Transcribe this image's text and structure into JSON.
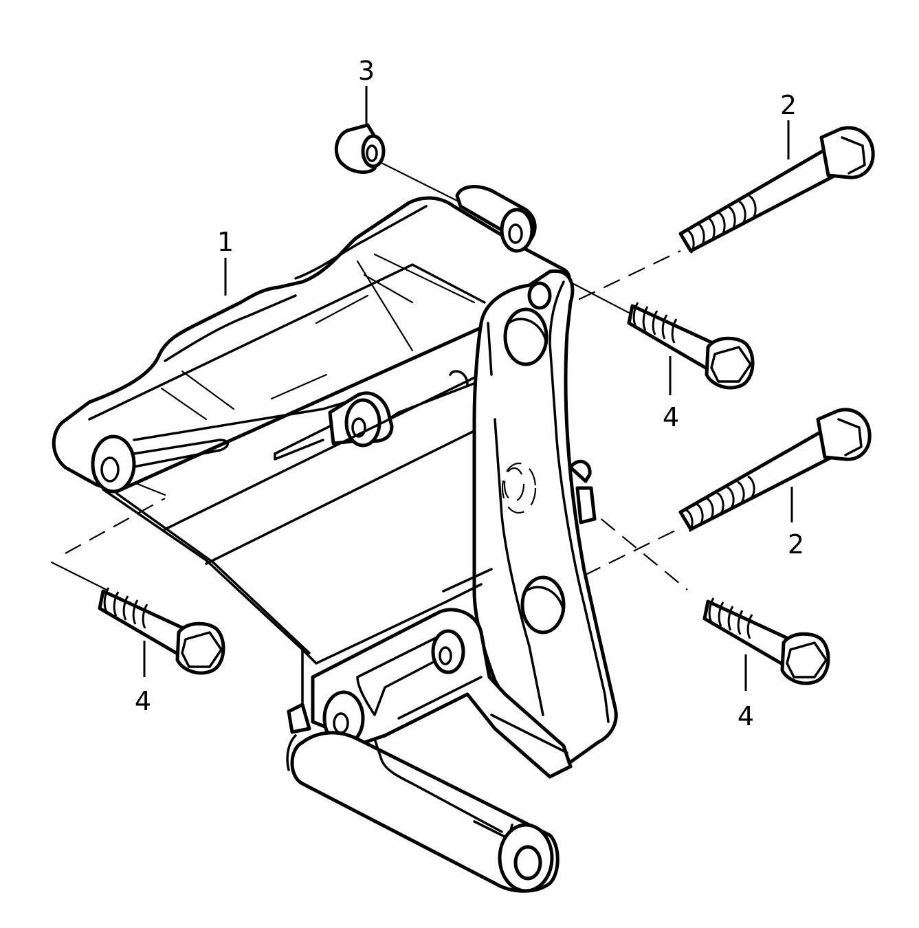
{
  "diagram": {
    "callouts": [
      {
        "id": "c1",
        "label": "1"
      },
      {
        "id": "c2a",
        "label": "2"
      },
      {
        "id": "c2b",
        "label": "2"
      },
      {
        "id": "c3",
        "label": "3"
      },
      {
        "id": "c4a",
        "label": "4"
      },
      {
        "id": "c4b",
        "label": "4"
      },
      {
        "id": "c4c",
        "label": "4"
      }
    ]
  }
}
